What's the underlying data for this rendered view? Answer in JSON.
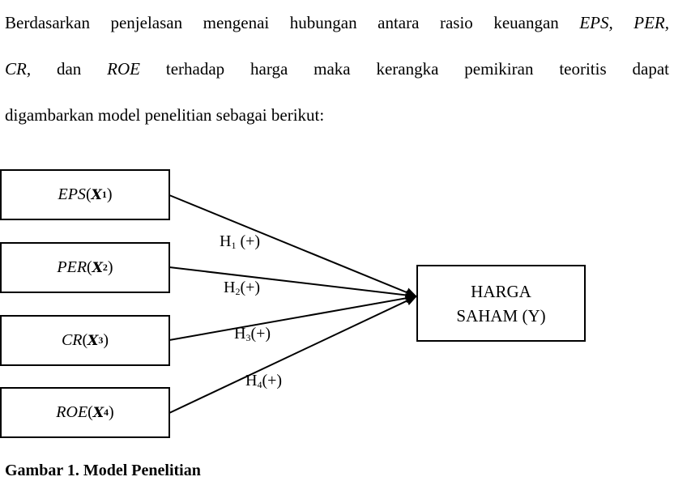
{
  "paragraph": {
    "line1_pre": "Berdasarkan penjelasan mengenai hubungan antara rasio keuangan ",
    "line1_italic": "EPS, PER,",
    "line2_italic_a": "CR,",
    "line2_mid": " dan ",
    "line2_italic_b": "ROE",
    "line2_post": " terhadap harga maka kerangka pemikiran teoritis dapat",
    "line3": "digambarkan model penelitian sebagai berikut:"
  },
  "diagram": {
    "inputs": [
      {
        "name": "EPS",
        "sep": " (",
        "var": "X",
        "sub": "1",
        "close": ")"
      },
      {
        "name": "PER",
        "sep": "(",
        "var": "X",
        "sub": "2",
        "close": ")"
      },
      {
        "name": "CR",
        "sep": " (",
        "var": "X",
        "sub": "3",
        "close": ")"
      },
      {
        "name": "ROE",
        "sep": " (",
        "var": "X",
        "sub": "4",
        "close": ")"
      }
    ],
    "target": {
      "line1": "HARGA",
      "line2": "SAHAM (Y)"
    },
    "hypotheses": [
      {
        "h": "H",
        "sub": "1",
        "sign": " (+)"
      },
      {
        "h": "H",
        "sub": "2",
        "sign": "(+)"
      },
      {
        "h": "H",
        "sub": "3",
        "sign": "(+)"
      },
      {
        "h": "H",
        "sub": "4",
        "sign": "(+)"
      }
    ]
  },
  "caption": "Gambar 1. Model Penelitian"
}
